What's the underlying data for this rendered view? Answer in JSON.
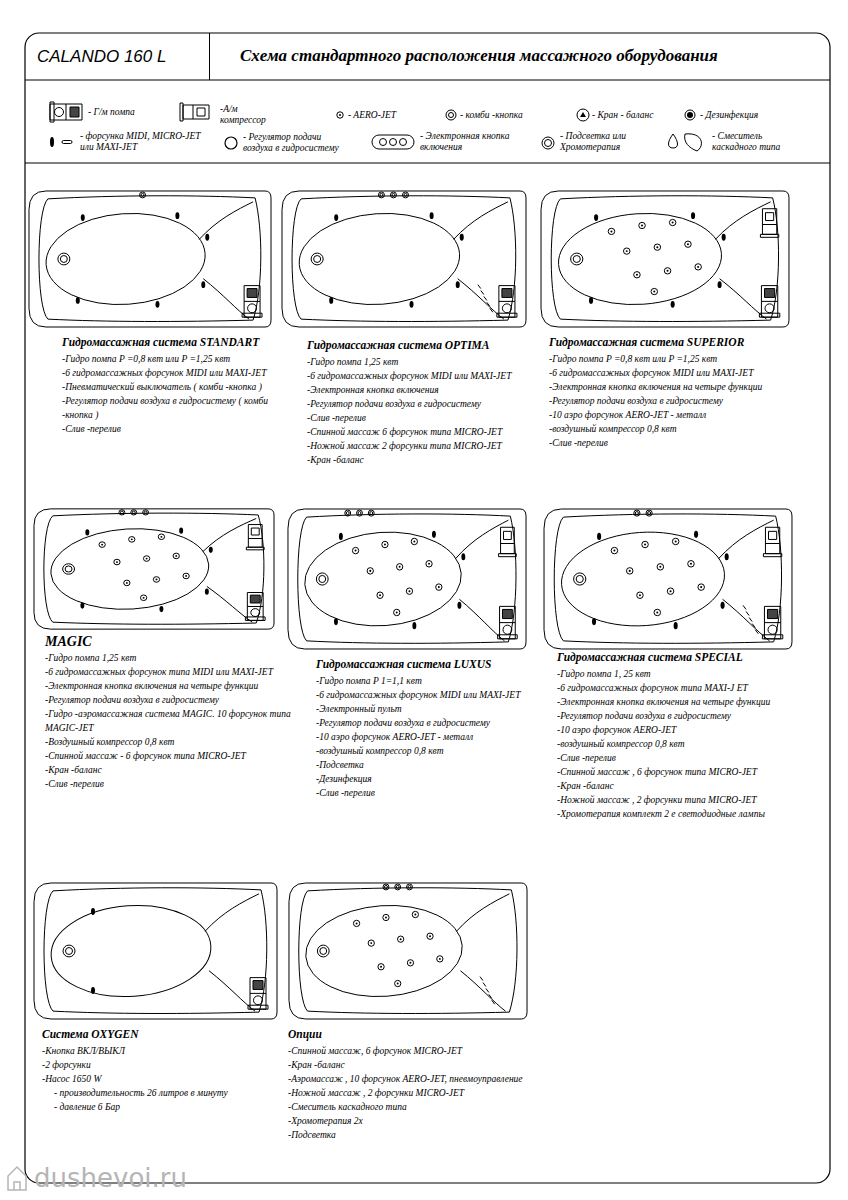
{
  "diagram": {
    "title": "Схема стандартного расположения массажного оборудования",
    "nodes": [
      {
        "text": [
          "CALANDO 160 L"
        ]
      }
    ],
    "labels": [
      "Гидромассажная система STANDART",
      "-Гидро помпа P =0,8 квт или P =1,25 квт",
      "-6 гидромассажных форсунок MIDI или MAXI-JET",
      "-Пневматический выключатель ( комби -кнопка )",
      "-Регулятор подачи воздуха в гидросистему ( комби -кнопка )",
      "-Слив -перелив",
      "Гидромассажная система OPTIMA",
      "-Гидро помпа 1,25 квт",
      "-6 гидромассажных форсунок MIDI или MAXI-JET",
      "-Электронная кнопка включения",
      "-Регулятор подачи воздуха в гидросистему",
      "-Слив -перелив",
      "-Спинной массаж 6 форсунок типа MICRO-JET",
      "-Ножной массаж 2 форсунки типа MICRO-JET",
      "-Кран -баланс",
      "Гидромассажная система SUPERIOR",
      "-Гидро помпа P =0,8 квт или P =1,25 квт",
      "-6 гидромассажных форсунок MIDI или MAXI-JET",
      "-Электронная кнопка включения на четыре функции",
      "-Регулятор подачи воздуха в гидросистему",
      "-10 аэро форсунок AERO-JET - металл",
      "-воздушный компрессор 0,8 квт",
      "-Слив -перелив",
      "MAGIC",
      "-Гидро помпа 1,25 квт",
      "-6 гидромассажных форсунок типа MIDI или MAXI-JET",
      "-Электронная кнопка включения на четыре функции",
      "-Регулятор подачи воздуха в гидросистему",
      "-Гидро -аэромассажная система MAGIC. 10 форсунок типа MAGIC-JET",
      "-Воздушный компрессор 0,8 квт",
      "-Спинной массаж - 6 форсунок типа MICRO-JET",
      "-Кран -баланс",
      "-Слив -перелив",
      "Гидромассажная система LUXUS",
      "-Гидро помпа P 1=1,1 квт",
      "-6 гидромассажных форсунок MIDI или MAXI-JET",
      "-Электронный пульт",
      "-Регулятор подачи воздуха в гидросистему",
      "-10 аэро форсунок AERO-JET - металл",
      "-воздушный компрессор 0,8 квт",
      "-Подсветка",
      "-Дезинфекция",
      "-Слив -перелив",
      "Гидромассажная система SPECIAL",
      "-Гидро помпа 1, 25 квт",
      "-6 гидромассажных форсунок типа MAXI-J ET",
      "-Электронная кнопка включения на четыре функции",
      "-Регулятор подачи воздуха в гидросистему",
      "-10 аэро форсунок AERO-JET",
      "-воздушный компрессор 0,8 квт",
      "-Слив -перелив",
      "-Спинной массаж , 6 форсунок типа MICRO-JET",
      "-Кран -баланс",
      "-Ножной массаж , 2 форсунки типа MICRO-JET",
      "-Хромотерапия комплект 2 е светодиодные лампы",
      "Система OXYGEN",
      "-Кнопка ВКЛ/ВЫКЛ",
      "-2 форсунки",
      "-Насос 1650 W",
      "- производительность 26 литров в минуту",
      "- давление 6 Бар",
      "Опции",
      "-Спинной массаж, 6 форсунок MICRO-JET",
      "-Кран -баланс",
      "-Аэромассаж , 10 форсунок AERO-JET, пневмоуправление",
      "-Ножной массаж , 2 форсунки MICRO-JET",
      "-Смеситель каскадного типа",
      "-Хромотерапия 2х",
      "-Подсветка",
      "dushevoi.ru"
    ],
    "legend": [
      {
        "text": "- Г/м помпа"
      },
      {
        "text": "-А/м компрессор"
      },
      {
        "text": "- AERO-JET"
      },
      {
        "text": "- комби -кнопка"
      },
      {
        "text": "- Кран - баланс"
      },
      {
        "text": "- Дезинфекция"
      },
      {
        "text": "- форсунка MIDI, MICRO-JET или MAXI-JET"
      },
      {
        "text": "- Регулятор подачи воздуха в гидросистему"
      },
      {
        "text": "- Электронная кнопка включения"
      },
      {
        "text": "- Подсветка или Хромотерапия"
      },
      {
        "text": "- Смеситель каскадного типа"
      }
    ]
  }
}
